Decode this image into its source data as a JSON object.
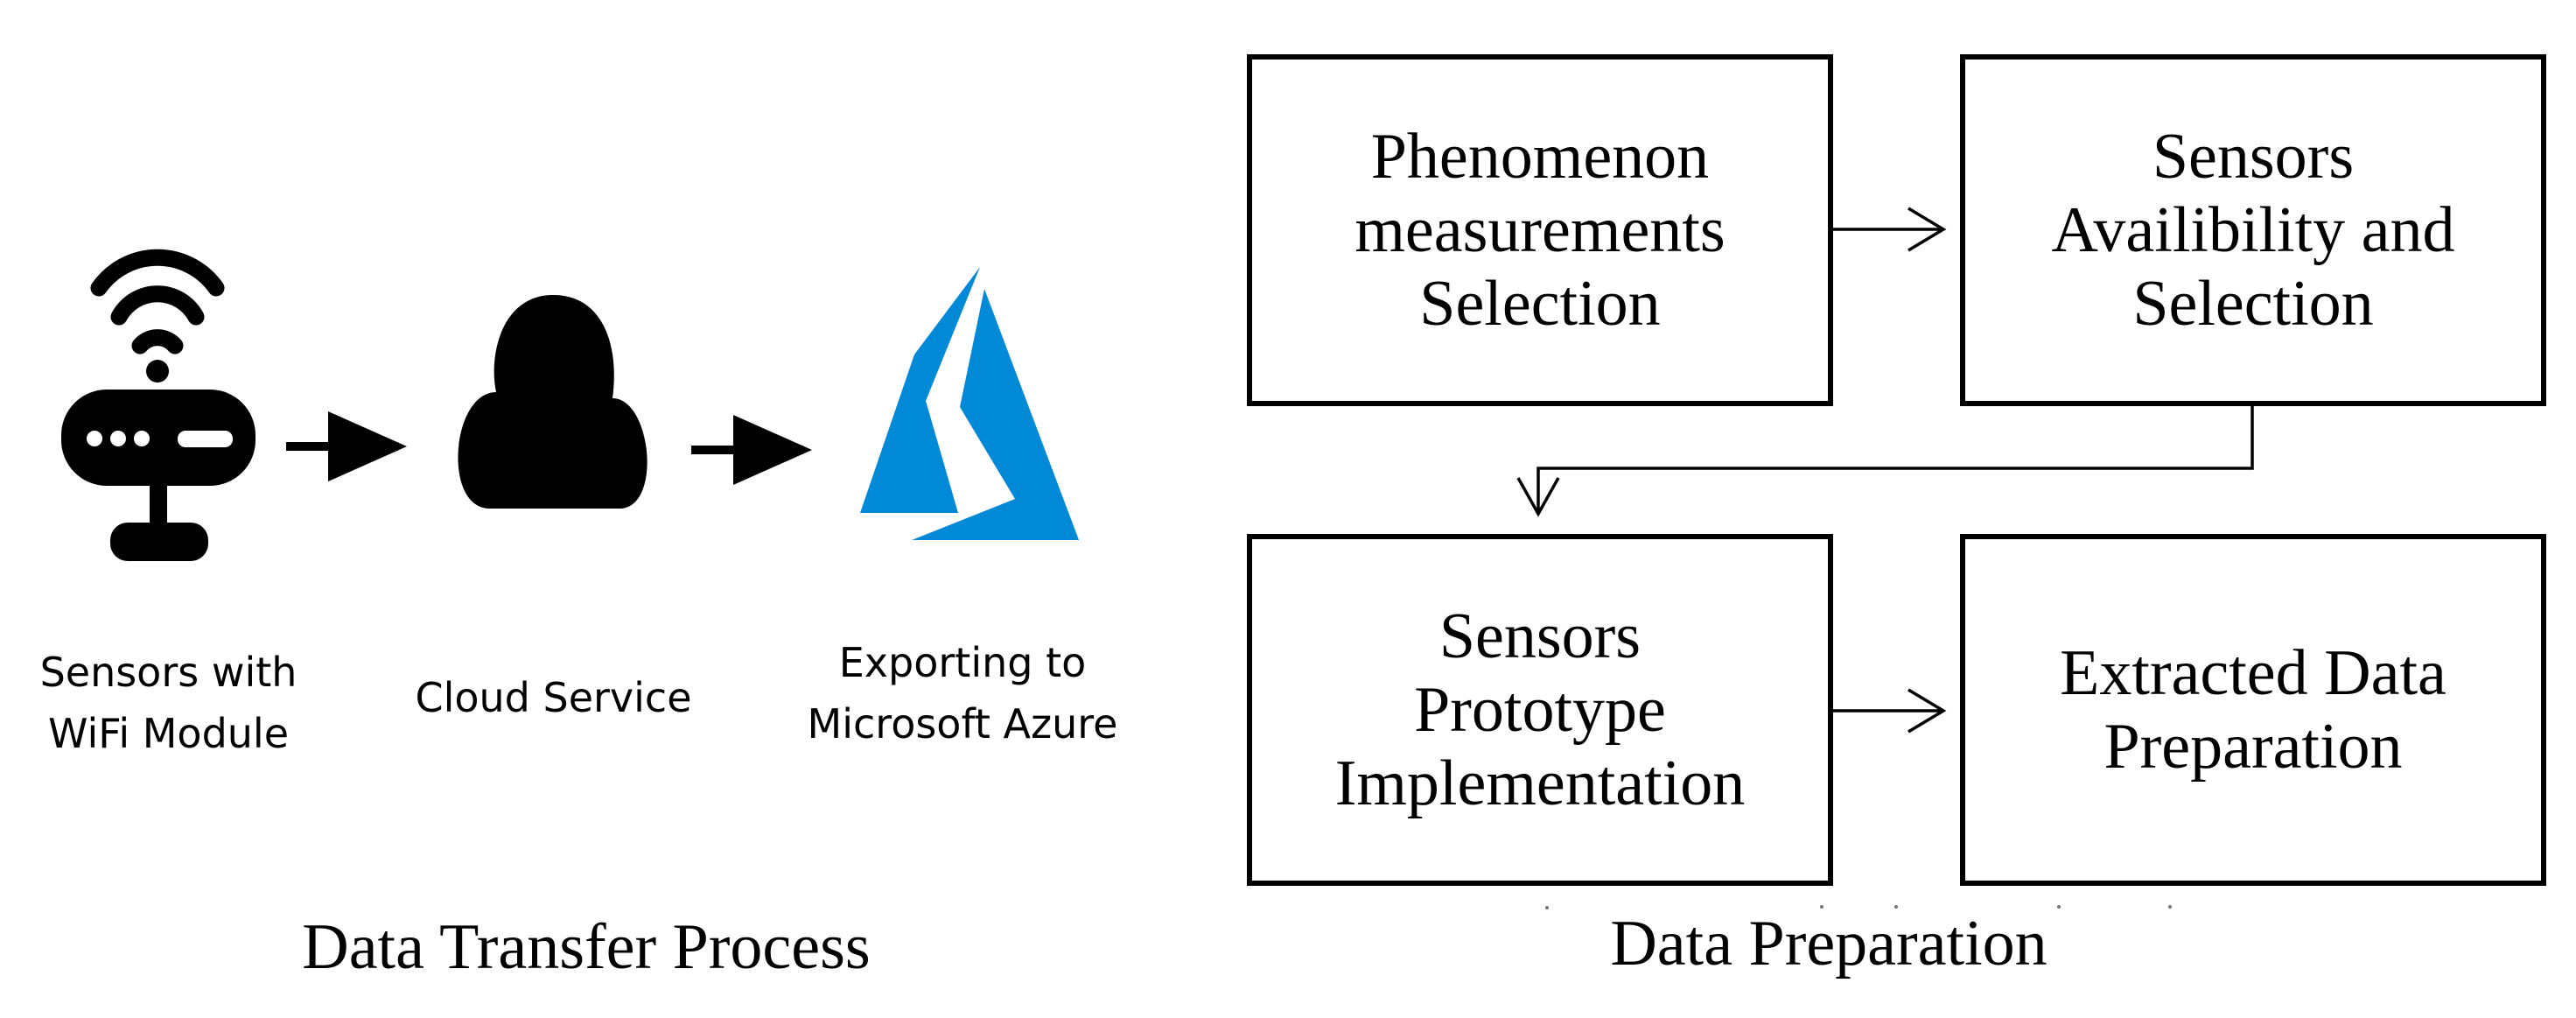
{
  "transfer": {
    "caption": "Data Transfer Process",
    "sensors_label": "Sensors with\nWiFi Module",
    "cloud_label": "Cloud Service",
    "azure_label": "Exporting to\nMicrosoft Azure",
    "azure_color": "#0089D6"
  },
  "preparation": {
    "caption": "Data Preparation",
    "boxes": [
      {
        "label": "Phenomenon\nmeasurements\nSelection"
      },
      {
        "label": "Sensors\nAvailibility and\nSelection"
      },
      {
        "label": "Sensors\nPrototype\nImplementation"
      },
      {
        "label": "Extracted Data\nPreparation"
      }
    ]
  }
}
